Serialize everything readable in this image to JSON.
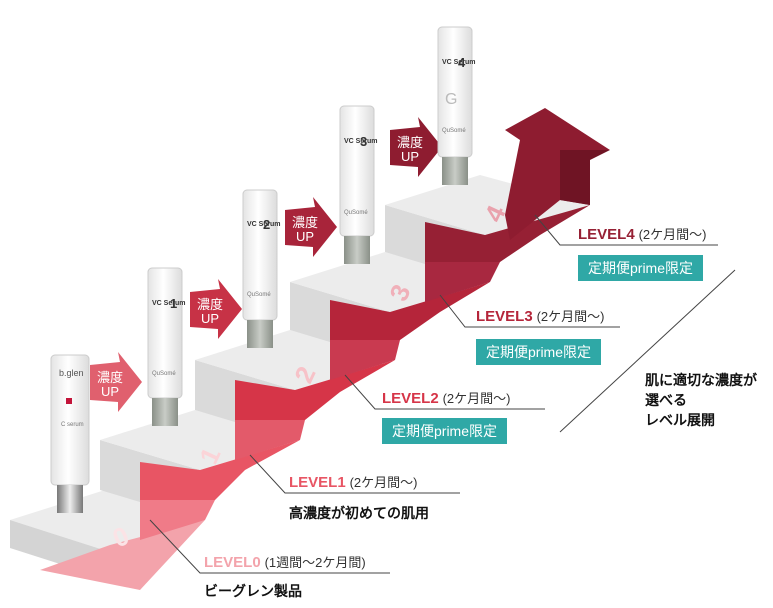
{
  "colors": {
    "level0": "#f3a3ab",
    "level1": "#e85564",
    "level2": "#d63548",
    "level3": "#b5253a",
    "level4": "#962034",
    "arrow": "#8e1c30",
    "badge": "#2fa8a6",
    "step_top": "#eaeaea",
    "step_side": "#d8d8d8"
  },
  "steps": [
    {
      "number": "0",
      "name": "LEVEL0",
      "span": "(1週間〜2ケ月間)",
      "description": "ビーグレン製品",
      "badge": ""
    },
    {
      "number": "1",
      "name": "LEVEL1",
      "span": "(2ケ月間〜)",
      "description": "高濃度が初めての肌用",
      "badge": ""
    },
    {
      "number": "2",
      "name": "LEVEL2",
      "span": "(2ケ月間〜)",
      "description": "",
      "badge": "定期便prime限定"
    },
    {
      "number": "3",
      "name": "LEVEL3",
      "span": "(2ケ月間〜)",
      "description": "",
      "badge": "定期便prime限定"
    },
    {
      "number": "4",
      "name": "LEVEL4",
      "span": "(2ケ月間〜)",
      "description": "",
      "badge": "定期便prime限定"
    }
  ],
  "arrows": [
    "濃度",
    "UP"
  ],
  "side_note": [
    "肌に適切な濃度が",
    "選べる",
    "レベル展開"
  ],
  "products": [
    {
      "brand": "b.glen",
      "line": "C serum",
      "number": ""
    },
    {
      "brand": "QuSomé",
      "line": "VC Serum",
      "number": "1"
    },
    {
      "brand": "QuSomé",
      "line": "VC Serum",
      "number": "2"
    },
    {
      "brand": "QuSomé",
      "line": "VC Serum",
      "number": "3"
    },
    {
      "brand": "QuSomé",
      "line": "VC Serum",
      "number": "4"
    }
  ]
}
